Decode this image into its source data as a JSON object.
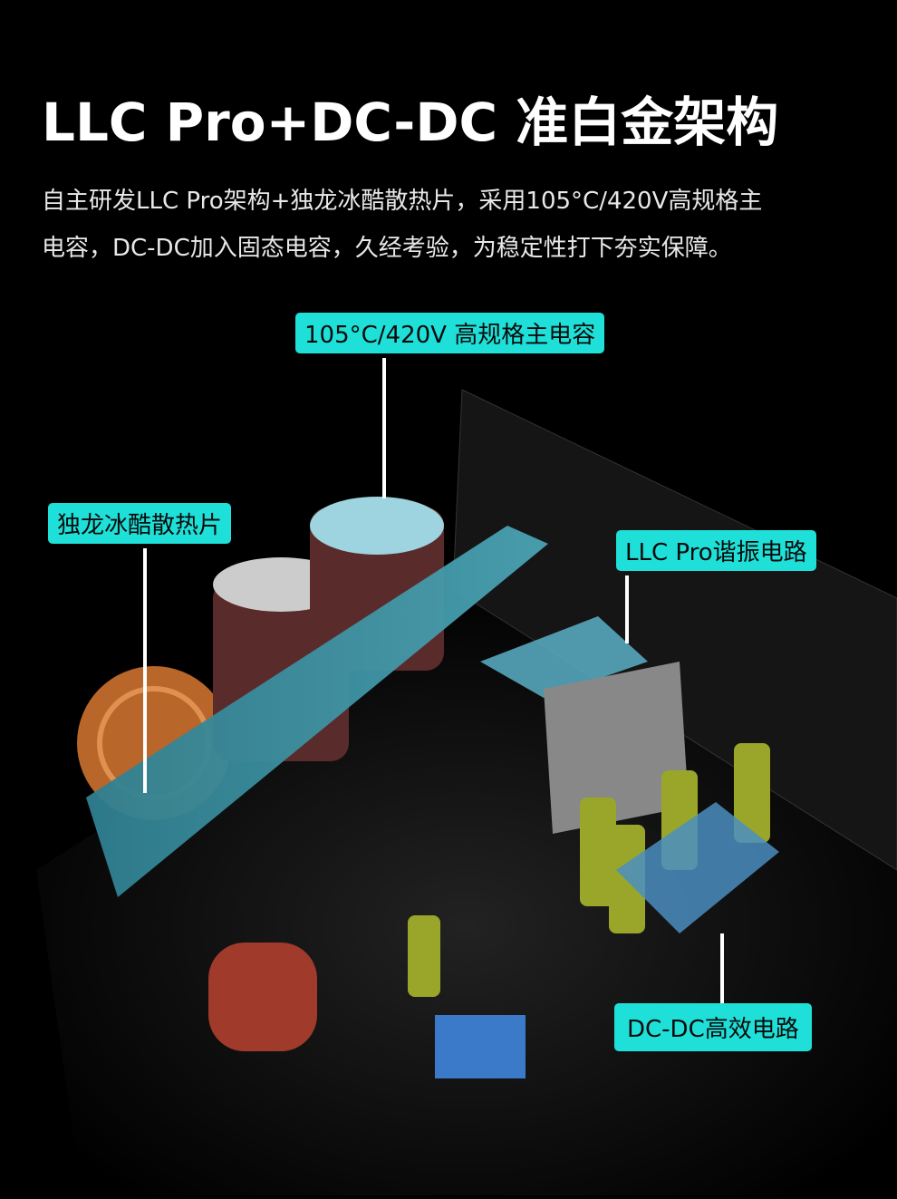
{
  "header": {
    "title": "LLC Pro+DC-DC 准白金架构",
    "description": "自主研发LLC Pro架构+独龙冰酷散热片，采用105°C/420V高规格主电容，DC-DC加入固态电容，久经考验，为稳定性打下夯实保障。"
  },
  "callouts": [
    {
      "id": "main-capacitor",
      "label": "105°C/420V 高规格主电容"
    },
    {
      "id": "heatsink",
      "label": "独龙冰酷散热片"
    },
    {
      "id": "llc-resonant",
      "label": "LLC Pro谐振电路"
    },
    {
      "id": "dcdc",
      "label": "DC-DC高效电路"
    }
  ],
  "colors": {
    "accent": "#1fe0d8",
    "background": "#000000",
    "heatsink": "#3a8fa0"
  }
}
